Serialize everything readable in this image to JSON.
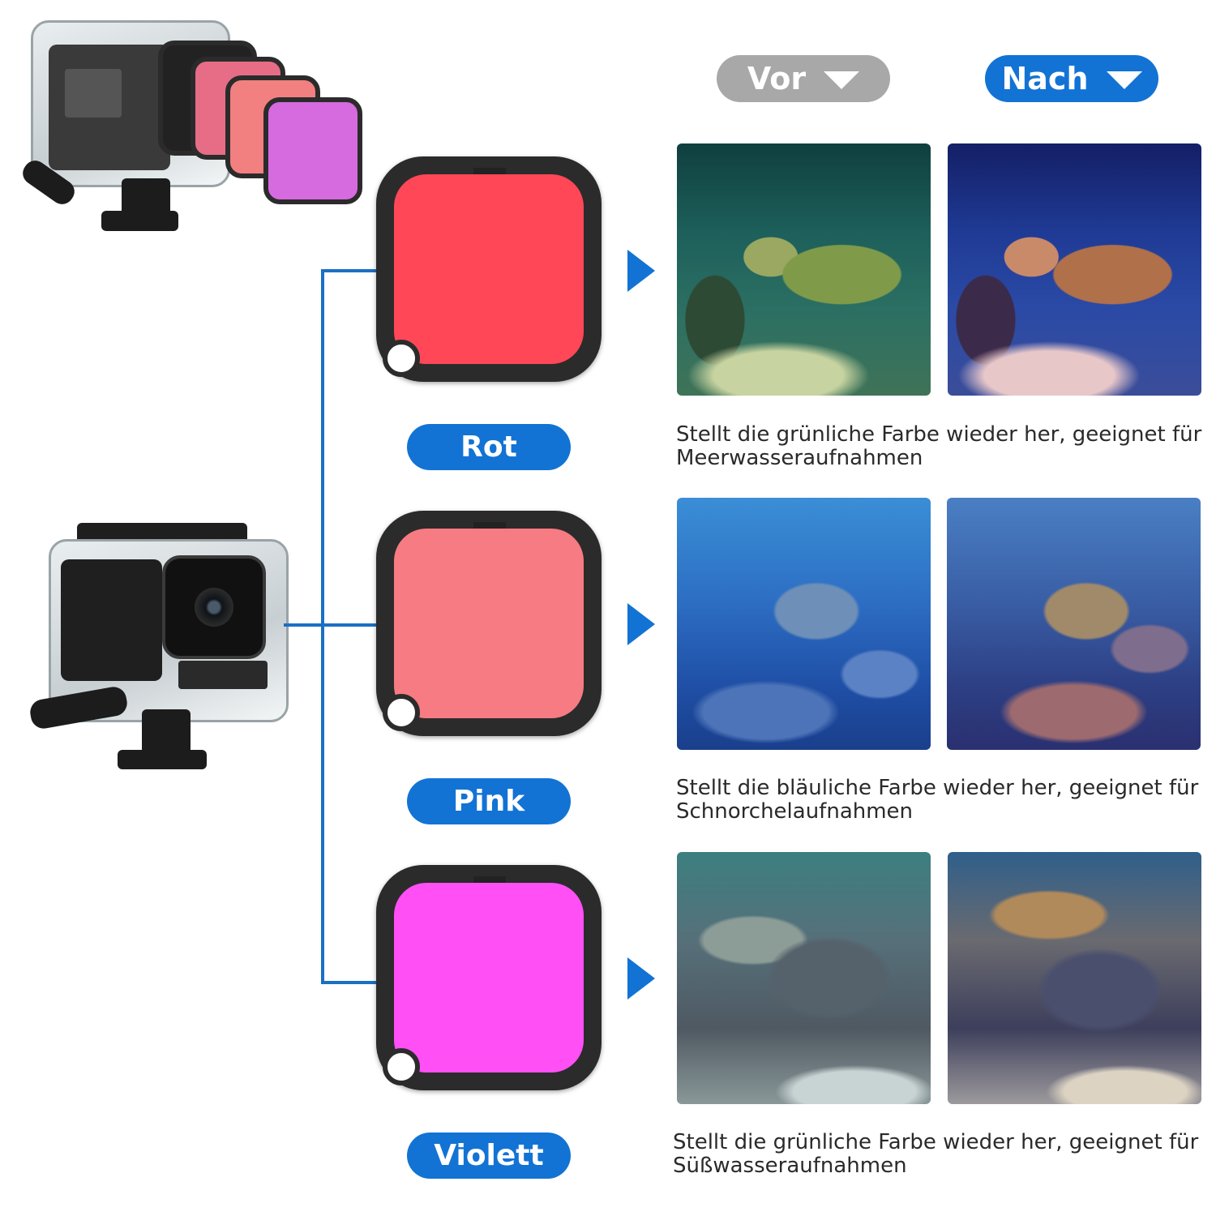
{
  "header": {
    "before_label": "Vor",
    "after_label": "Nach",
    "before_color": "#a8a8a8",
    "after_color": "#1273d4"
  },
  "filters": [
    {
      "name": "Rot",
      "color": "#ff4757",
      "description_line1": "Stellt die grünliche Farbe wieder her, geeignet für",
      "description_line2": "Meerwasseraufnahmen"
    },
    {
      "name": "Pink",
      "color": "#f77b82",
      "description_line1": "Stellt die bläuliche Farbe wieder her, geeignet für",
      "description_line2": "Schnorchelaufnahmen"
    },
    {
      "name": "Violett",
      "color": "#ff4ff5",
      "description_line1": "Stellt die grünliche Farbe wieder her, geeignet für",
      "description_line2": "Süßwasseraufnahmen"
    }
  ],
  "icons": [
    "camera-housing-with-filters-icon",
    "camera-housing-icon",
    "chevron-right-icon",
    "triangle-down-icon"
  ]
}
